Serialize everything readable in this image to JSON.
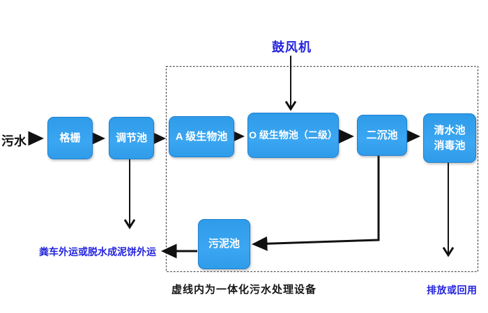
{
  "labels": {
    "influent": "污水",
    "blower": "鼓风机",
    "sludge_disposal": "粪车外运或脱水成泥饼外运",
    "boundary_caption": "虚线内为一体化污水处理设备",
    "discharge": "排放或回用"
  },
  "nodes": {
    "grille": "格栅",
    "regulating_tank": "调节池",
    "a_bio_tank": "A 级生物池",
    "o_bio_tank": "O 级生物池（二级）",
    "secondary_sedimentation_tank": "二沉池",
    "clear_water_tank": "清水池",
    "disinfection_tank": "消毒池",
    "sludge_tank": "污泥池"
  },
  "colors": {
    "background": "#ffffff",
    "node_fill": "#2f9ce9",
    "node_fill_light": "#3ba6f2",
    "node_border": "#1a7fd2",
    "node_text": "#ffffff",
    "annotation_blue": "#2323dd",
    "arrow_black": "#111111",
    "boundary_gray": "#4d4d4d"
  }
}
